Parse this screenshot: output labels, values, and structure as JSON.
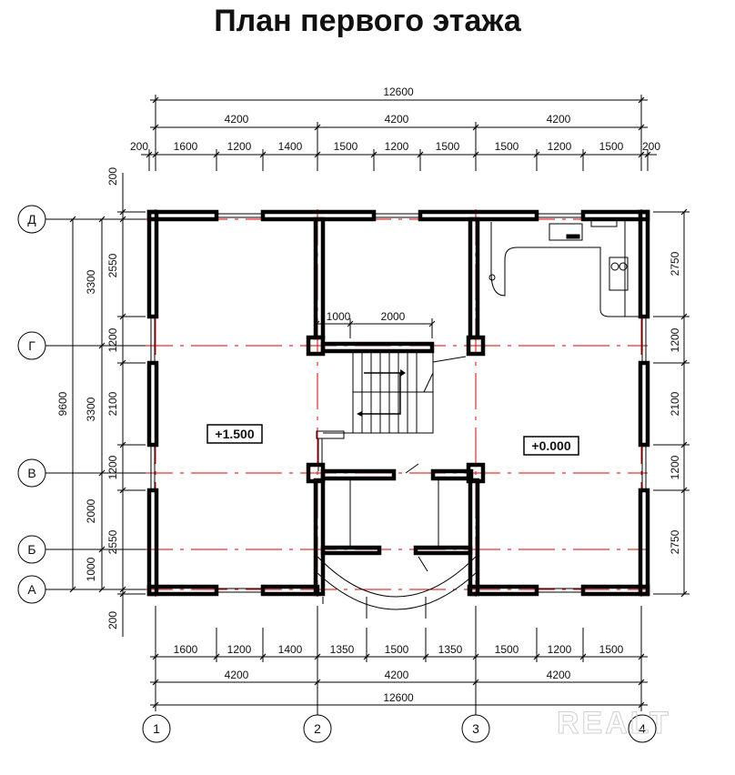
{
  "title": "План первого этажа",
  "levels": {
    "left": "+1.500",
    "right": "+0.000"
  },
  "axes_columns": [
    "1",
    "2",
    "3",
    "4"
  ],
  "axes_rows": [
    "Д",
    "Г",
    "В",
    "Б",
    "А"
  ],
  "dims_top": {
    "overall": "12600",
    "bays": [
      "4200",
      "4200",
      "4200"
    ],
    "details": [
      "200",
      "1600",
      "1200",
      "1400",
      "1500",
      "1200",
      "1500",
      "1500",
      "1200",
      "1500",
      "200"
    ]
  },
  "dims_bottom": {
    "details": [
      "1600",
      "1200",
      "1400",
      "1350",
      "1500",
      "1350",
      "1500",
      "1200",
      "1500"
    ],
    "bays": [
      "4200",
      "4200",
      "4200"
    ],
    "overall": "12600"
  },
  "dims_left": {
    "overall": "9600",
    "outer": [
      "3300",
      "3300",
      "2000",
      "1000"
    ],
    "inner": [
      "200",
      "2550",
      "1200",
      "2100",
      "1200",
      "2550",
      "200"
    ]
  },
  "dims_right": [
    "2750",
    "1200",
    "2100",
    "1200",
    "2750"
  ],
  "stair_dims": [
    "1000",
    "2000"
  ],
  "watermark": "REALT",
  "colors": {
    "axis_line": "#e00000",
    "wall": "#000000"
  }
}
